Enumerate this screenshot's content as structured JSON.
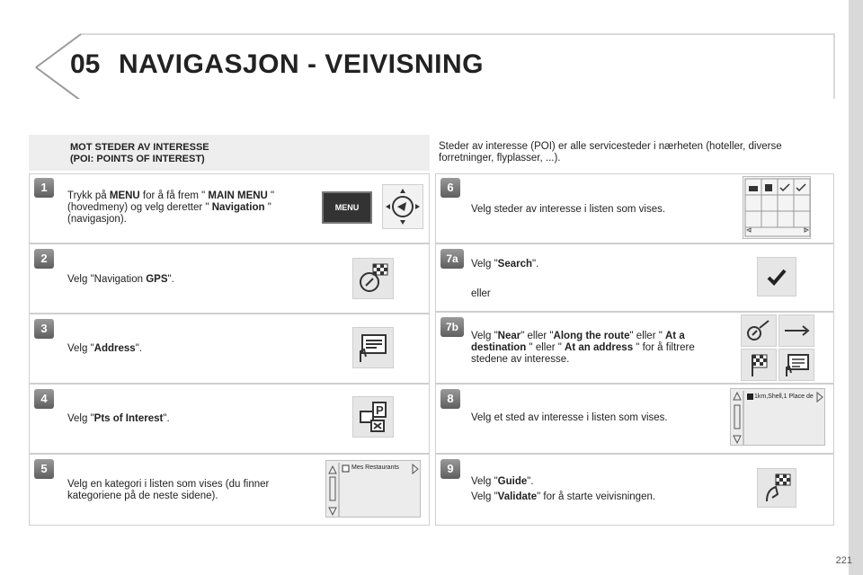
{
  "header": {
    "chapter_number": "05",
    "chapter_title": "NAVIGASJON - VEIVISNING"
  },
  "intro": {
    "title_line1": "MOT STEDER AV INTERESSE",
    "title_line2": "(POI: POINTS OF INTEREST)",
    "description": "Steder av interesse (POI) er alle servicesteder i nærheten (hoteller, diverse forretninger, flyplasser, ...)."
  },
  "steps": {
    "s1": {
      "badge": "1",
      "t1": "Trykk på ",
      "b1": "MENU",
      "t2": " for å få frem \" ",
      "b2": "MAIN MENU",
      "t3": " \" (hovedmeny) og velg deretter \" ",
      "b3": "Navigation",
      "t4": " \" (navigasjon).",
      "menu_label": "MENU"
    },
    "s2": {
      "badge": "2",
      "t1": "Velg \"Navigation ",
      "b1": "GPS",
      "t2": "\"."
    },
    "s3": {
      "badge": "3",
      "t1": "Velg \"",
      "b1": "Address",
      "t2": "\"."
    },
    "s4": {
      "badge": "4",
      "t1": "Velg \"",
      "b1": "Pts of Interest",
      "t2": "\"."
    },
    "s5": {
      "badge": "5",
      "text": "Velg en kategori i listen som vises (du finner kategoriene på de neste sidene).",
      "screen_label": "Mes Restaurants"
    },
    "s6": {
      "badge": "6",
      "text": "Velg steder av interesse i listen som vises."
    },
    "s7a": {
      "badge": "7a",
      "t1": "Velg \"",
      "b1": "Search",
      "t2": "\".",
      "or": "eller"
    },
    "s7b": {
      "badge": "7b",
      "t1": "Velg \"",
      "b1": "Near",
      "t2": "\" eller \"",
      "b2": "Along the route",
      "t3": "\" eller \" ",
      "b3": "At a destination",
      "t4": " \" eller \" ",
      "b4": "At an address",
      "t5": " \" for å filtrere stedene av interesse."
    },
    "s8": {
      "badge": "8",
      "text": "Velg et sted av interesse i listen som vises.",
      "screen_label": "1km,Shell,1 Place de"
    },
    "s9": {
      "badge": "9",
      "t1": "Velg \"",
      "b1": "Guide",
      "t2": "\".",
      "t3": "Velg \"",
      "b2": "Validate",
      "t4": "\" for å starte veivisningen."
    }
  },
  "page_number": "221"
}
